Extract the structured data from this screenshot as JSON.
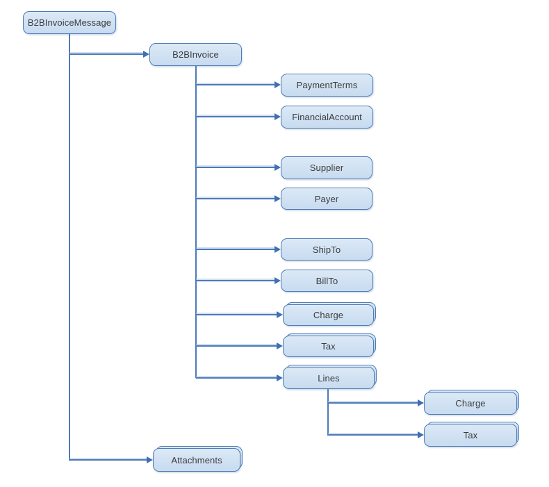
{
  "colors": {
    "node_fill_top": "#dce9f6",
    "node_fill_bottom": "#c7dbf0",
    "node_border": "#4e7cb7",
    "connector": "#4d7ab6",
    "arrow": "#3f6fb4",
    "text": "#3b3b3b",
    "background": "#ffffff"
  },
  "tree": {
    "label": "B2BInvoiceMessage",
    "children": [
      {
        "label": "B2BInvoice",
        "children": [
          {
            "label": "PaymentTerms"
          },
          {
            "label": "FinancialAccount"
          },
          {
            "label": "Supplier"
          },
          {
            "label": "Payer"
          },
          {
            "label": "ShipTo"
          },
          {
            "label": "BillTo"
          },
          {
            "label": "Charge",
            "repeating": true
          },
          {
            "label": "Tax",
            "repeating": true
          },
          {
            "label": "Lines",
            "repeating": true,
            "children": [
              {
                "label": "Charge",
                "repeating": true
              },
              {
                "label": "Tax",
                "repeating": true
              }
            ]
          }
        ]
      },
      {
        "label": "Attachments",
        "repeating": true
      }
    ]
  }
}
